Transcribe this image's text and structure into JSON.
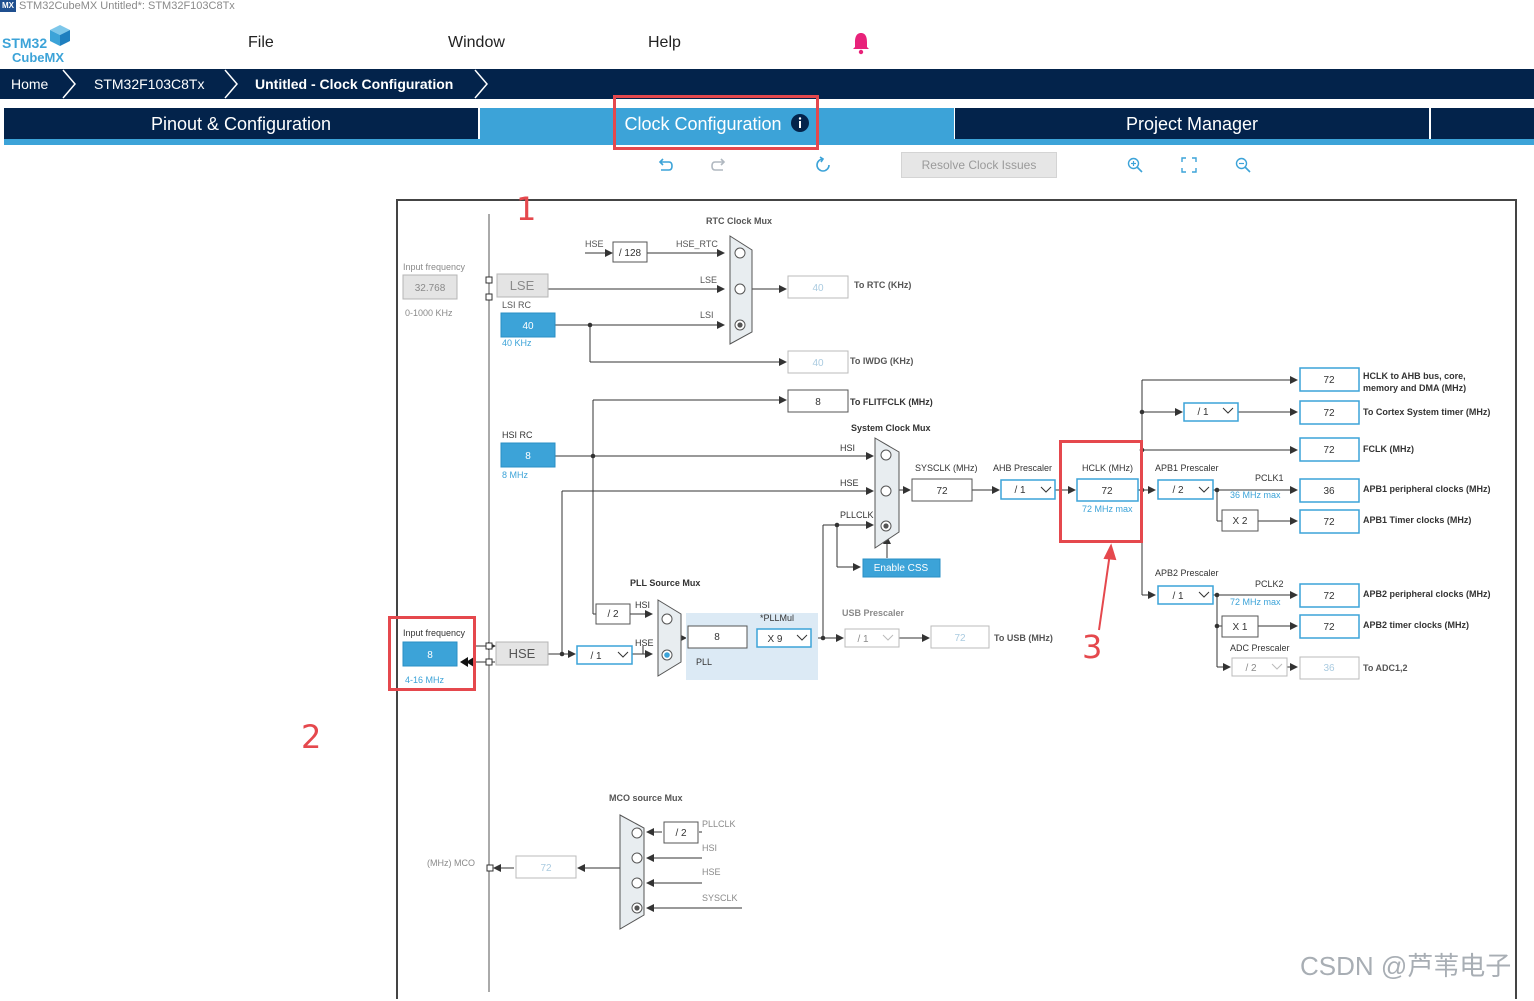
{
  "window": {
    "title": "STM32CubeMX Untitled*: STM32F103C8Tx",
    "badge": "MX"
  },
  "logo": {
    "line1": "STM32",
    "line2": "CubeMX"
  },
  "menu": {
    "file": "File",
    "window": "Window",
    "help": "Help"
  },
  "breadcrumb": {
    "home": "Home",
    "mcu": "STM32F103C8Tx",
    "page": "Untitled - Clock Configuration"
  },
  "tabs": {
    "pinout": "Pinout & Configuration",
    "clock": "Clock Configuration",
    "project": "Project Manager"
  },
  "toolbar": {
    "resolve": "Resolve Clock Issues"
  },
  "annotations": {
    "a1": "1",
    "a2": "2",
    "a3": "3"
  },
  "clock": {
    "rtc_mux": "RTC Clock Mux",
    "hse": "HSE",
    "hse_rtc": "HSE_RTC",
    "div128": "/ 128",
    "input_frequency": "Input frequency",
    "lse_freq": "32.768",
    "lse_range": "0-1000 KHz",
    "lse": "LSE",
    "lsi_rc": "LSI RC",
    "lsi_val": "40",
    "lsi_unit": "40 KHz",
    "lsi": "LSI",
    "rtc_val": "40",
    "to_rtc": "To RTC (KHz)",
    "iwdg_val": "40",
    "to_iwdg": "To IWDG (KHz)",
    "flit_val": "8",
    "to_flit": "To FLITFCLK (MHz)",
    "sys_mux": "System Clock Mux",
    "hsi_rc": "HSI RC",
    "hsi_val": "8",
    "hsi_unit": "8 MHz",
    "hsi": "HSI",
    "pllclk": "PLLCLK",
    "sysclk_label": "SYSCLK (MHz)",
    "sysclk_val": "72",
    "ahb_label": "AHB Prescaler",
    "ahb_val": "/ 1",
    "hclk_label": "HCLK (MHz)",
    "hclk_val": "72",
    "hclk_max": "72 MHz max",
    "enable_css": "Enable CSS",
    "hclk_out": "72",
    "hclk_desc1": "HCLK to AHB bus, core,",
    "hclk_desc2": "memory and DMA (MHz)",
    "cortex_div": "/ 1",
    "cortex_val": "72",
    "cortex_desc": "To Cortex System timer (MHz)",
    "fclk_val": "72",
    "fclk_desc": "FCLK (MHz)",
    "apb1_label": "APB1 Prescaler",
    "apb1_val": "/ 2",
    "pclk1": "PCLK1",
    "apb1_max": "36 MHz max",
    "apb1_periph_val": "36",
    "apb1_periph_desc": "APB1 peripheral clocks (MHz)",
    "apb1_timer_mul": "X 2",
    "apb1_timer_val": "72",
    "apb1_timer_desc": "APB1 Timer clocks (MHz)",
    "apb2_label": "APB2 Prescaler",
    "apb2_val": "/ 1",
    "pclk2": "PCLK2",
    "apb2_max": "72 MHz max",
    "apb2_periph_val": "72",
    "apb2_periph_desc": "APB2 peripheral clocks (MHz)",
    "apb2_timer_mul": "X 1",
    "apb2_timer_val": "72",
    "apb2_timer_desc": "APB2 timer clocks (MHz)",
    "adc_label": "ADC Prescaler",
    "adc_val": "/ 2",
    "adc_out": "36",
    "adc_desc": "To ADC1,2",
    "pll_src_mux": "PLL Source Mux",
    "pll_div2": "/ 2",
    "pll_hsi": "HSI",
    "pll_hse": "HSE",
    "pllmul_label": "*PLLMul",
    "pll_in": "8",
    "pllmul_val": "X 9",
    "pll": "PLL",
    "usb_label": "USB Prescaler",
    "usb_val": "/ 1",
    "usb_out": "72",
    "to_usb": "To USB (MHz)",
    "hse_freq": "8",
    "hse_range": "4-16 MHz",
    "hse_block": "HSE",
    "hse_pre": "/ 1",
    "mco_mux": "MCO source Mux",
    "mco_div2": "/ 2",
    "mco_pllclk": "PLLCLK",
    "mco_hsi": "HSI",
    "mco_hse": "HSE",
    "mco_sysclk": "SYSCLK",
    "mco_label": "(MHz) MCO",
    "mco_val": "72"
  },
  "watermark": "CSDN @芦苇电子"
}
